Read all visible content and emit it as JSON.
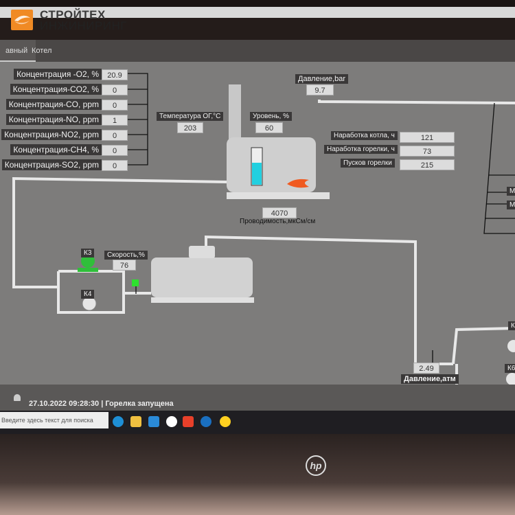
{
  "logo": {
    "line1": "СТРОЙТЕХ",
    "line2": "ИНЖИНИРИНГ"
  },
  "tabs": [
    {
      "label": "авный",
      "active": true
    },
    {
      "label": "Котел",
      "active": false
    }
  ],
  "gas": [
    {
      "label": "Концентрация -O2, %",
      "value": "20.9"
    },
    {
      "label": "Концентрация-CO2, %",
      "value": "0"
    },
    {
      "label": "Концентрация-CO, ppm",
      "value": "0"
    },
    {
      "label": "Концентрация-NO, ppm",
      "value": "1"
    },
    {
      "label": "Концентрация-NO2, ppm",
      "value": "0"
    },
    {
      "label": "Концентрация-CH4, %",
      "value": "0"
    },
    {
      "label": "Концентрация-SO2, ppm",
      "value": "0"
    }
  ],
  "boiler": {
    "temp_label": "Температура ОГ,°С",
    "temp_value": "203",
    "level_label": "Уровень, %",
    "level_value": "60",
    "level_fraction": 0.6,
    "pressure_label": "Давление,bar",
    "pressure_value": "9.7",
    "conductivity_value": "4070",
    "conductivity_label": "Проводимость,мкСм/см"
  },
  "counters": [
    {
      "label": "Наработка котла, ч",
      "value": "121"
    },
    {
      "label": "Наработка горелки, ч",
      "value": "73"
    },
    {
      "label": "Пусков горелки",
      "value": "215"
    }
  ],
  "pumps": {
    "k3": "К3",
    "k4": "К4",
    "speed_label": "Скорость,%",
    "speed_value": "76",
    "right1": "К",
    "right2": "К6",
    "m1": "М",
    "m2": "М"
  },
  "outlet": {
    "value": "2.49",
    "label": "Давление,атм"
  },
  "status": {
    "datetime": "27.10.2022  09:28:30",
    "message": "Горелка запущена",
    "sep": "|"
  },
  "taskbar": {
    "search_placeholder": "Введите здесь текст для поиска"
  },
  "laptop": {
    "brand": "hp"
  },
  "colors": {
    "accent": "#f08a24",
    "pipe": "#e8e8e8",
    "pump_on": "#2fbf3a",
    "water": "#22d0e0"
  }
}
